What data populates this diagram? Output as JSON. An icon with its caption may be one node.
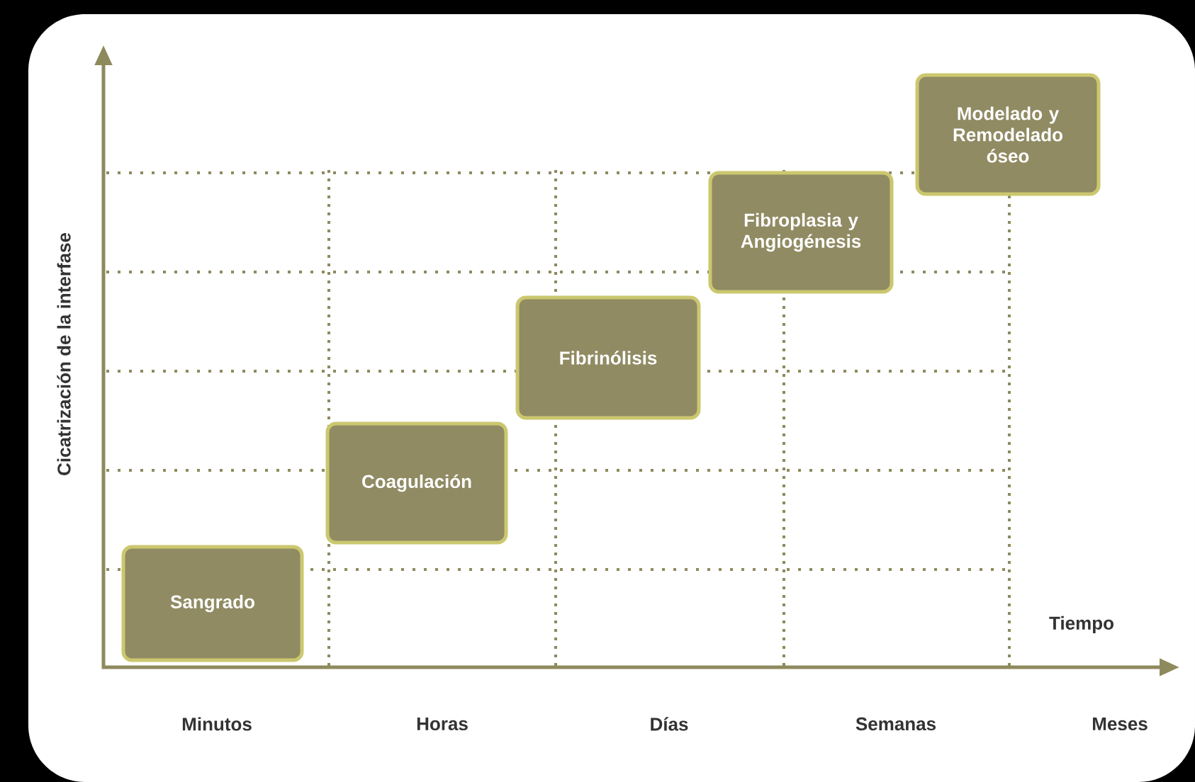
{
  "diagram": {
    "nodes": [
      {
        "text": [
          "Sangrado"
        ]
      },
      {
        "text": [
          "Coagulación"
        ]
      },
      {
        "text": [
          "Fibrinólisis"
        ]
      },
      {
        "text": [
          "Fibroplasia y Angiogénesis"
        ]
      },
      {
        "text": [
          "Modelado y Remodelado óseo"
        ]
      }
    ],
    "edges": [],
    "labels": [
      "Cicatrización de la interfase",
      "Tiempo",
      "Minutos",
      "Horas",
      "Días",
      "Semanas",
      "Meses"
    ]
  }
}
